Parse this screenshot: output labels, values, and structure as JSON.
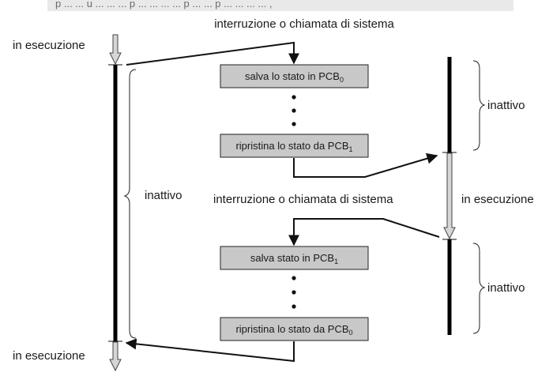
{
  "header_fragment": "p ... ... u ... ... ... p ... ... ... ... p ... ... p ... ... ... ... ,",
  "labels": {
    "interrupt_top": "interruzione o chiamata di sistema",
    "interrupt_middle": "interruzione o chiamata di sistema",
    "running_top_left": "in esecuzione",
    "running_bottom_left": "in esecuzione",
    "running_right": "in esecuzione",
    "idle_left": "inattivo",
    "idle_right_top": "inattivo",
    "idle_right_bottom": "inattivo"
  },
  "boxes": {
    "save_pcb0": {
      "text": "salva lo stato in PCB",
      "sub": "0"
    },
    "restore_pcb1": {
      "text": "ripristina lo stato da PCB",
      "sub": "1"
    },
    "save_pcb1": {
      "text": "salva stato in PCB",
      "sub": "1"
    },
    "restore_pcb0": {
      "text": "ripristina lo stato da PCB",
      "sub": "0"
    }
  },
  "colors": {
    "box_fill": "#c8c8c8",
    "timeline": "#000000",
    "running_arrow_fill": "#d6d6d6"
  }
}
